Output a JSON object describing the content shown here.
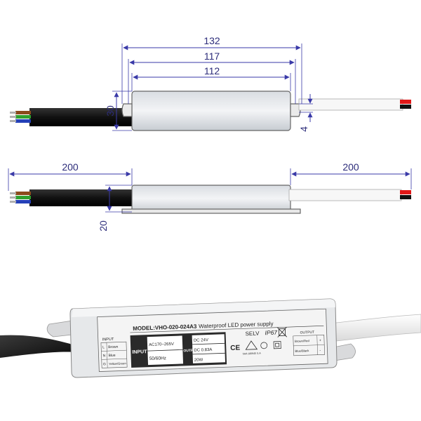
{
  "dimensions": {
    "total_length": "132",
    "mid_length": "117",
    "body_length": "112",
    "height": "30",
    "tab_thickness": "4",
    "input_cable": "200",
    "output_cable": "200",
    "side_height": "20"
  },
  "product_label": {
    "model": "MODEL:VHO-020-024A3",
    "description": "Waterproof LED power supply",
    "input_header": "INPUT",
    "input_tag": "INPUT",
    "output_tag": "OUTPUT",
    "input_voltage": "AC170~265V",
    "input_freq": "50/60Hz",
    "output_voltage": "DC 24V",
    "output_current": "DC 0.83A",
    "power": "20W",
    "wires_in": [
      {
        "pin": "L",
        "color": "Brown"
      },
      {
        "pin": "N",
        "color": "Blue"
      },
      {
        "pin": "G",
        "color": "Yellow/Green"
      }
    ],
    "output_header": "OUTPUT",
    "wires_out": [
      {
        "label": "Brown/Red",
        "sign": "+"
      },
      {
        "label": "Blue/Black",
        "sign": "-"
      }
    ],
    "selv": "SELV",
    "ip_rating": "IP67",
    "ce_mark": "CE",
    "saa_text": "SAA 180945 S.A"
  },
  "colors": {
    "dimension": "#3a3aa8",
    "cable_black": "#111111",
    "wire_brown": "#8b4a1c",
    "wire_green": "#2fa12f",
    "wire_blue": "#2440b8",
    "wire_red": "#e01818",
    "housing": "#eeeeee",
    "label_dark": "#2a2a2a"
  }
}
